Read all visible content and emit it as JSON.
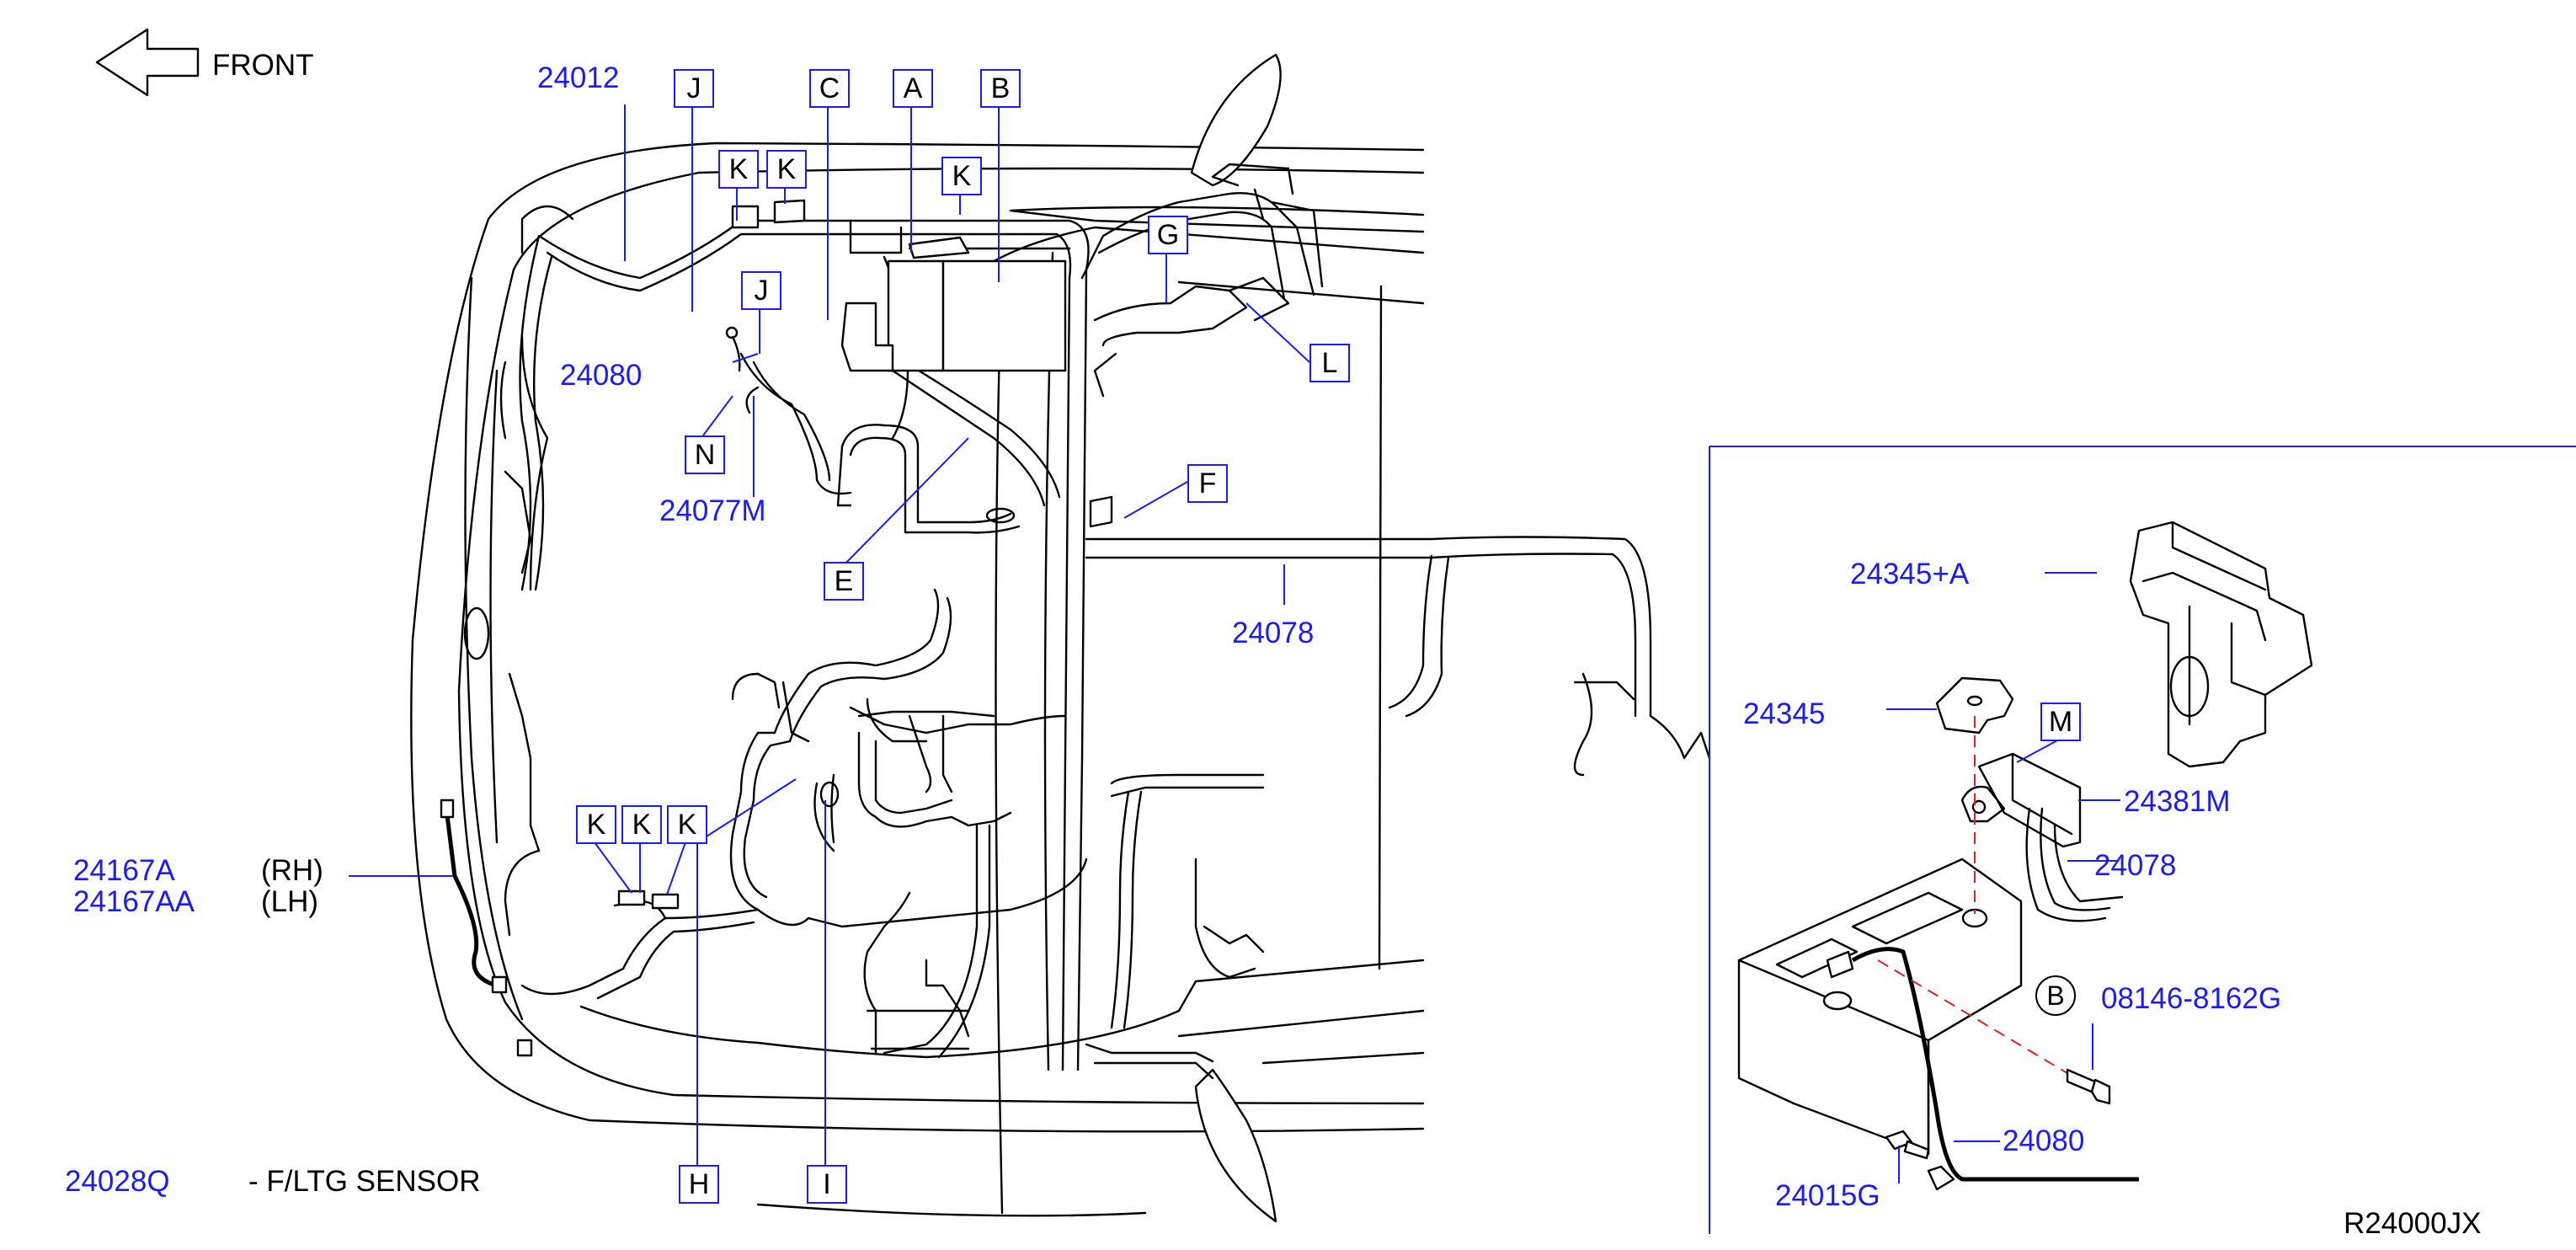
{
  "header": {
    "front_label": "FRONT",
    "diagram_code": "R24000JX"
  },
  "part_numbers": {
    "p24012": "24012",
    "p24080_main": "24080",
    "p24077M": "24077M",
    "p24078_main": "24078",
    "p24167A": "24167A",
    "p24167AA": "24167AA",
    "rh": "(RH)",
    "lh": "(LH)",
    "p24028Q": "24028Q",
    "p24028Q_desc": "-  F/LTG   SENSOR",
    "p24345A": "24345+A",
    "p24345": "24345",
    "p24381M": "24381M",
    "p24078_inset": "24078",
    "p08146": "08146-8162G",
    "p24080_inset": "24080",
    "p24015G": "24015G"
  },
  "callouts": {
    "A": "A",
    "B": "B",
    "C": "C",
    "E": "E",
    "F": "F",
    "G": "G",
    "H": "H",
    "I": "I",
    "J": "J",
    "K": "K",
    "L": "L",
    "M": "M",
    "N": "N",
    "bolt_B": "B"
  },
  "colors": {
    "label_blue": "#1a1aff",
    "line_black": "#000000",
    "dashed_red": "#e02020"
  },
  "icons": {
    "front_arrow": "left-arrow-outline-icon"
  }
}
